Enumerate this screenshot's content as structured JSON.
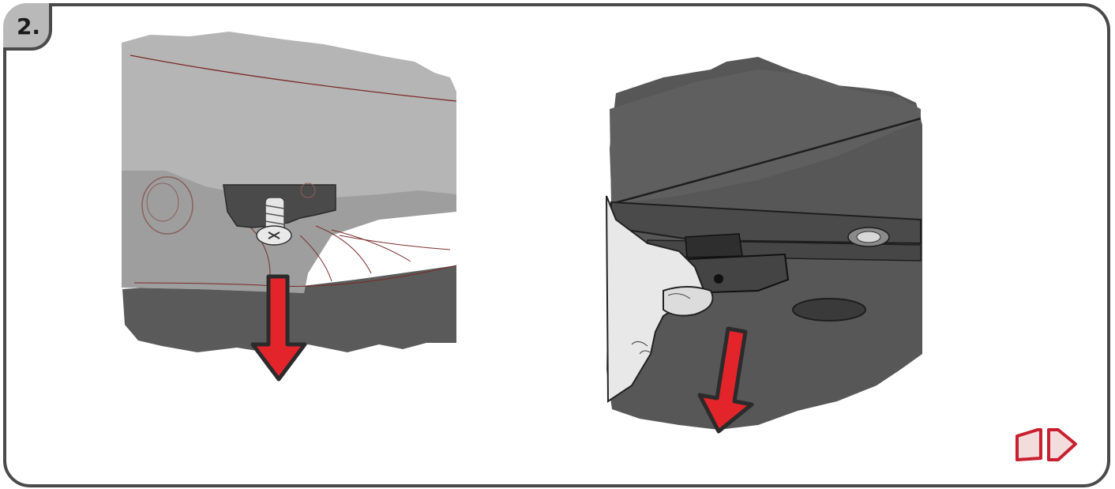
{
  "step": {
    "label": "2."
  },
  "illustrations": [
    {
      "name": "screw-removal",
      "arrow_icon": "red-arrow-down-icon"
    },
    {
      "name": "clip-pull",
      "arrow_icon": "red-arrow-down-icon"
    }
  ],
  "navigation": {
    "icon": "next-page-arrow-icon"
  },
  "colors": {
    "frame": "#4a4a4a",
    "tab": "#b9b9b9",
    "arrow_red": "#e3242b",
    "nav_red": "#c8202e",
    "panel_light": "#b3b3b3",
    "panel_dark": "#555555"
  }
}
